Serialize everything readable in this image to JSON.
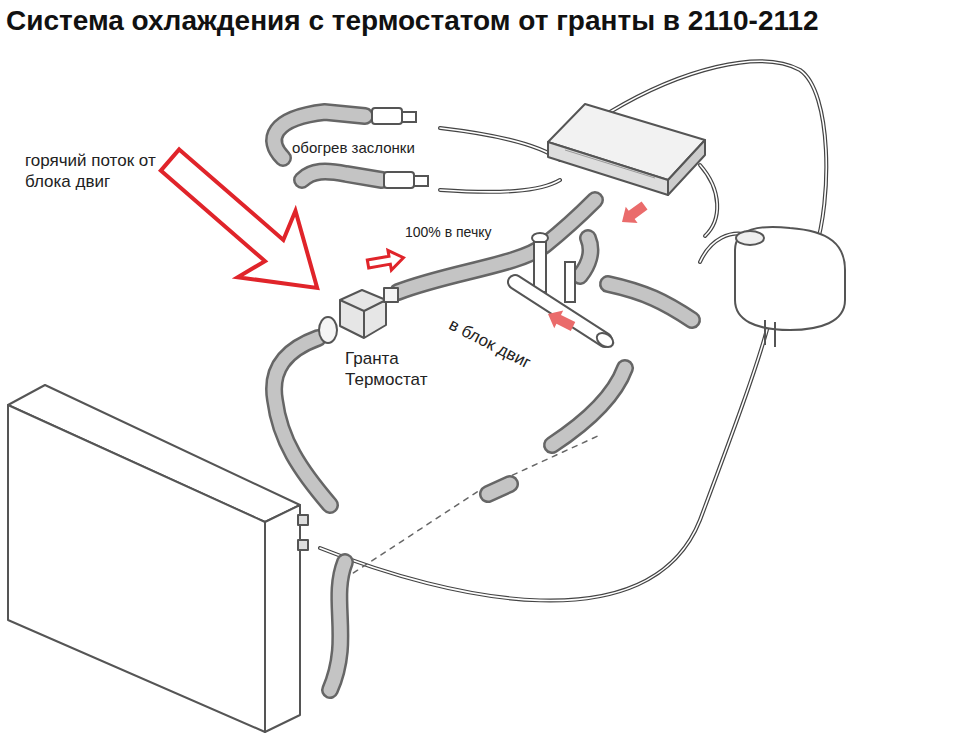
{
  "diagram": {
    "title": "Система охлаждения с термостатом от гранты в 2110-2112",
    "labels": [
      "горячий поток от блока двиг",
      "обогрев заслонки",
      "100% в печку",
      "в блок двиг",
      "Гранта Термостат"
    ]
  }
}
